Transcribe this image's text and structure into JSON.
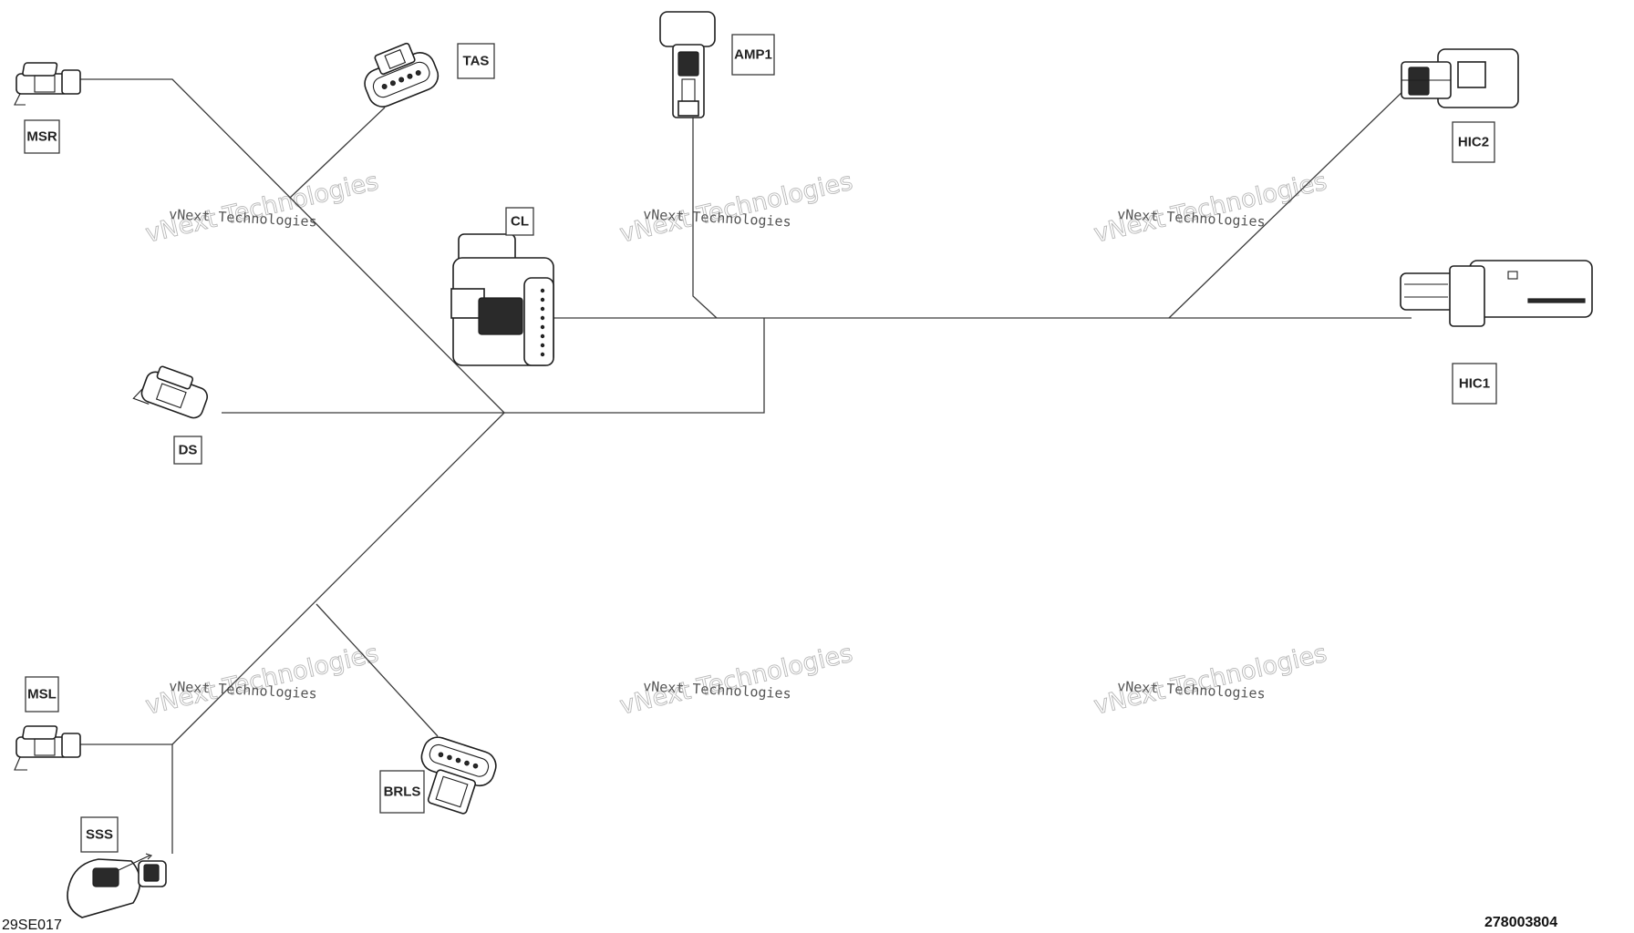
{
  "labels": {
    "msr": "MSR",
    "tas": "TAS",
    "amp1": "AMP1",
    "hic2": "HIC2",
    "cl": "CL",
    "hic1": "HIC1",
    "ds": "DS",
    "msl": "MSL",
    "sss": "SSS",
    "brls": "BRLS"
  },
  "watermark": {
    "line1": "vNext Technologies",
    "line2": "vNext Technologies"
  },
  "footer": {
    "left_code": "29SE017",
    "right_code": "278003804"
  }
}
